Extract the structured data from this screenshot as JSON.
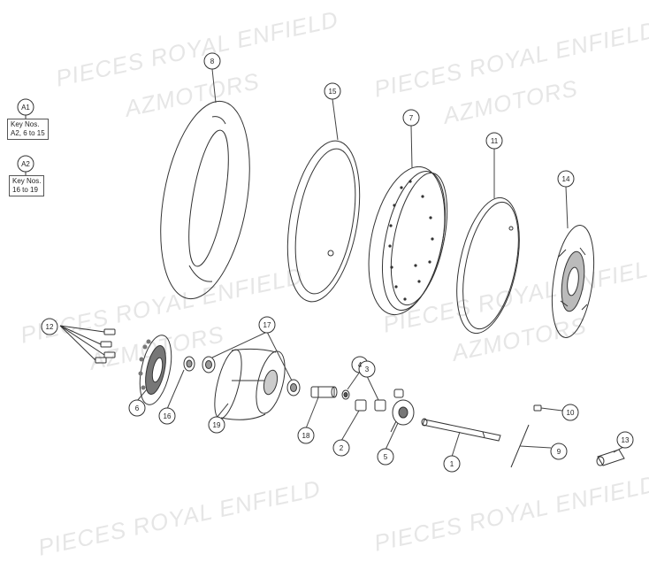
{
  "watermarks": [
    "PIECES ROYAL ENFIELD",
    "AZMOTORS",
    "PIECES ROYAL ENFIELD",
    "AZMOTORS",
    "PIECES ROYAL ENFIELD",
    "AZMOTORS",
    "PIECES ROYAL ENFIELD",
    "AZMOTORS",
    "PIECES ROYAL ENFIELD",
    "PIECES ROYAL ENFIELD"
  ],
  "key_a1": {
    "badge": "A1",
    "line1": "Key Nos.",
    "line2": "A2, 6 to 15"
  },
  "key_a2": {
    "badge": "A2",
    "line1": "Key Nos.",
    "line2": "16 to 19"
  },
  "callouts": {
    "c1": "1",
    "c2": "2",
    "c3": "3",
    "c4": "4",
    "c5": "5",
    "c6": "6",
    "c7": "7",
    "c8": "8",
    "c9": "9",
    "c10": "10",
    "c11": "11",
    "c12": "12",
    "c13": "13",
    "c14": "14",
    "c15": "15",
    "c16": "16",
    "c17": "17",
    "c18": "18",
    "c19": "19"
  }
}
